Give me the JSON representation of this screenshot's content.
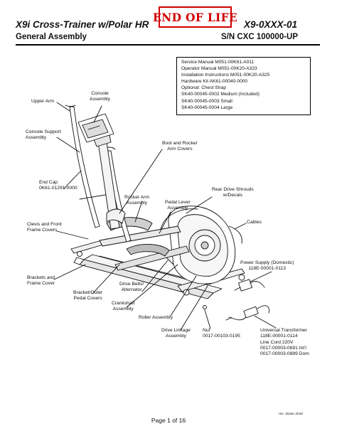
{
  "header": {
    "title": "X9i Cross-Trainer  w/Polar HR",
    "model": "X9-0XXX-01",
    "stamp": "END OF LIFE",
    "subtitle": "General Assembly",
    "serial": "S/N CXC 100000-UP"
  },
  "info_box": [
    "Service Manual M051-00K61-A011",
    "Operator Manual M051-00K20-A323",
    "Installation Instructions M051-00K20-A325",
    "Hardware Kit AK61-00040-0000",
    "Optional: Chest Strap",
    "SK40-00045-0002 Medium (Included)",
    "SK40-00045-0003 Small",
    "SK40-00045-0004 Large"
  ],
  "labels": {
    "upper_arm": "Upper Arm",
    "console_assembly": [
      "Console",
      "Assembly"
    ],
    "console_support": [
      "Console Support",
      "Assembly"
    ],
    "boot_rocker": [
      "Boot and Rocker",
      "Arm Covers"
    ],
    "end_cap": [
      "End Cap",
      "0K61-01291-0000"
    ],
    "rear_shrouds": [
      "Rear Drive Shrouds",
      "w/Decals"
    ],
    "rocker_arm": [
      "Rocker Arm",
      "Assembly"
    ],
    "pedal_lever": [
      "Pedal Lever",
      "Assembly"
    ],
    "cables": "Cables",
    "clevis": [
      "Clevis and Front",
      "Frame Covers"
    ],
    "power_supply": [
      "Power Supply (Domestic)",
      "118E-00001-0113"
    ],
    "brackets": [
      "Brackets and",
      "Frame Cover"
    ],
    "bracket_outer": [
      "Bracket/Outer",
      "Pedal Covers"
    ],
    "drive_belts": [
      "Drive Belts/",
      "Alternator"
    ],
    "crankshaft": [
      "Crankshaft",
      "Assembly"
    ],
    "roller": "Roller Assembly",
    "drive_linkage": [
      "Drive Linkage",
      "Assembly"
    ],
    "nut": [
      "Nut",
      "0017-00103-0195"
    ],
    "transformer": [
      "Universal Transformer",
      "118E-00001-0114",
      "Line Cord 220V",
      "0017-00003-0691 Int'l",
      "0017-00003-0889 Dom"
    ]
  },
  "footer": {
    "page": "Page 1 of 16",
    "revision": "rev. 18Jan 2010"
  }
}
